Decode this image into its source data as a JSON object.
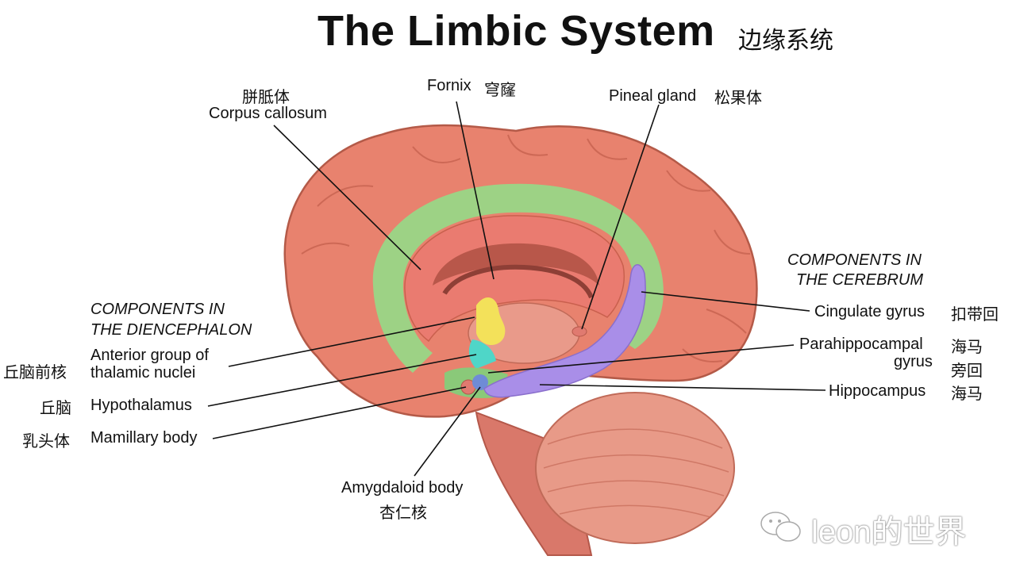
{
  "title": "The Limbic System",
  "title_zh": "边缘系统",
  "top_labels": {
    "corpus_callosum_zh": "胼胝体",
    "corpus_callosum": "Corpus callosum",
    "fornix": "Fornix",
    "fornix_zh": "穹窿",
    "pineal": "Pineal gland",
    "pineal_zh": "松果体"
  },
  "diencephalon": {
    "heading_1": "COMPONENTS IN",
    "heading_2": "THE DIENCEPHALON",
    "anterior_zh": "丘脑前核",
    "anterior_1": "Anterior group of",
    "anterior_2": "thalamic nuclei",
    "hypothalamus_zh": "丘脑",
    "hypothalamus": "Hypothalamus",
    "mamillary_zh": "乳头体",
    "mamillary": "Mamillary body"
  },
  "cerebrum": {
    "heading_1": "COMPONENTS IN",
    "heading_2": "THE CEREBRUM",
    "cingulate": "Cingulate gyrus",
    "cingulate_zh": "扣带回",
    "parahippo_1": "Parahippocampal",
    "parahippo_2": "gyrus",
    "parahippo_zh_1": "海马",
    "parahippo_zh_2": "旁回",
    "hippocampus": "Hippocampus",
    "hippocampus_zh": "海马"
  },
  "amygdala": {
    "label": "Amygdaloid body",
    "label_zh": "杏仁核"
  },
  "watermark": "leon的世界",
  "colors": {
    "cortex": "#e8826e",
    "cortex_dark": "#c9604e",
    "cingulate": "#8fe08a",
    "hippocampus": "#a98ee8",
    "thalamus": "#f3e15a",
    "hypothalamus": "#4fd6c8",
    "cerebellum": "#e89a88",
    "brainstem": "#d9786a"
  }
}
